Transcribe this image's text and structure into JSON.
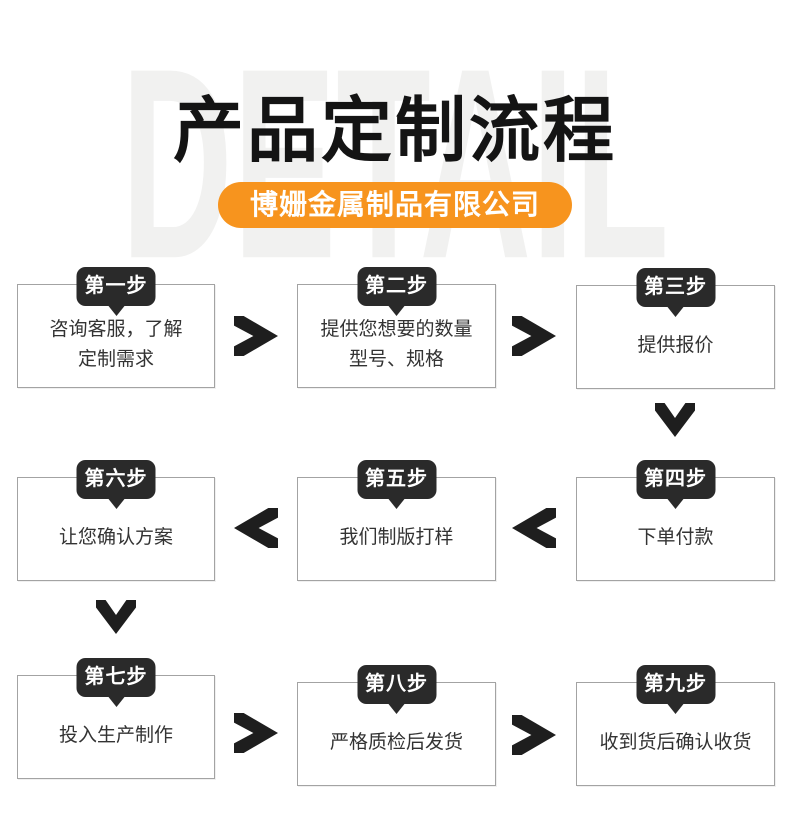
{
  "header": {
    "watermark": "DETAIL",
    "title": "产品定制流程",
    "company": "博姗金属制品有限公司"
  },
  "steps": [
    {
      "badge": "第一步",
      "line1": "咨询客服，了解",
      "line2": "定制需求"
    },
    {
      "badge": "第二步",
      "line1": "提供您想要的数量",
      "line2": "型号、规格"
    },
    {
      "badge": "第三步",
      "line1": "提供报价"
    },
    {
      "badge": "第四步",
      "line1": "下单付款"
    },
    {
      "badge": "第五步",
      "line1": "我们制版打样"
    },
    {
      "badge": "第六步",
      "line1": "让您确认方案"
    },
    {
      "badge": "第七步",
      "line1": "投入生产制作"
    },
    {
      "badge": "第八步",
      "line1": "严格质检后发货"
    },
    {
      "badge": "第九步",
      "line1": "收到货后确认收货"
    }
  ],
  "connections": [
    {
      "from": "第一步",
      "to": "第二步",
      "direction": "right"
    },
    {
      "from": "第二步",
      "to": "第三步",
      "direction": "right"
    },
    {
      "from": "第三步",
      "to": "第四步",
      "direction": "down"
    },
    {
      "from": "第四步",
      "to": "第五步",
      "direction": "left"
    },
    {
      "from": "第五步",
      "to": "第六步",
      "direction": "left"
    },
    {
      "from": "第六步",
      "to": "第七步",
      "direction": "down"
    },
    {
      "from": "第七步",
      "to": "第八步",
      "direction": "right"
    },
    {
      "from": "第八步",
      "to": "第九步",
      "direction": "right"
    }
  ],
  "colors": {
    "accent_orange": "#F7941E",
    "badge_background": "#2A2A2A",
    "arrow_color": "#1E1E1E",
    "watermark_gray": "#F1F1F0",
    "box_border": "#A3A3A3",
    "title_color": "#141414",
    "box_text": "#333333"
  }
}
